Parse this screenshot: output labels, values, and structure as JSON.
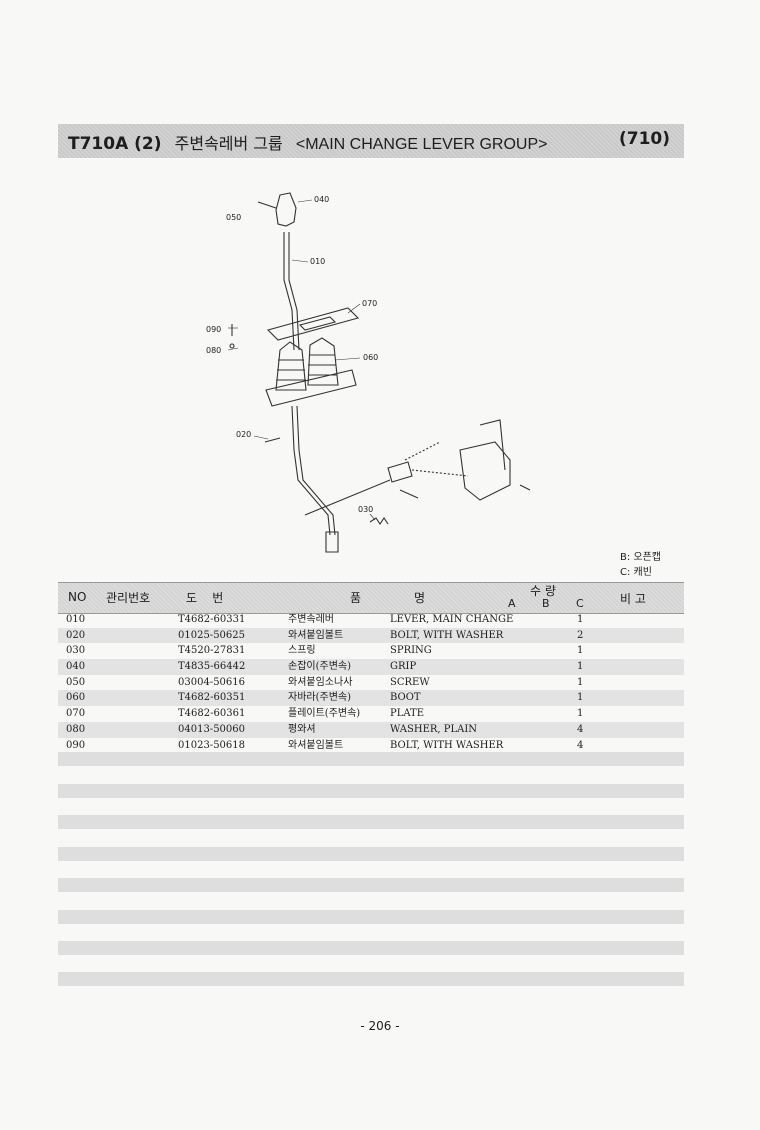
{
  "header": {
    "model": "T710A (2)",
    "title_korean": "주변속레버 그룹",
    "title_english": "<MAIN CHANGE LEVER GROUP>",
    "section": "(710)"
  },
  "diagram_labels": [
    "040",
    "050",
    "010",
    "070",
    "090",
    "080",
    "060",
    "020",
    "030"
  ],
  "legend": {
    "b": "B: 오픈캡",
    "c": "C: 캐빈"
  },
  "columns": {
    "no": "NO",
    "mgmt": "관리번호",
    "drawing": "도    번",
    "item": "품",
    "name": "명",
    "qty": "수 량",
    "qa": "A",
    "qb": "B",
    "qc": "C",
    "remark": "비 고"
  },
  "parts": [
    {
      "no": "010",
      "part": "T4682-60331",
      "kor": "주변속레버",
      "eng": "LEVER, MAIN CHANGE",
      "qty": "1"
    },
    {
      "no": "020",
      "part": "01025-50625",
      "kor": "와셔붙임볼트",
      "eng": "BOLT, WITH WASHER",
      "qty": "2"
    },
    {
      "no": "030",
      "part": "T4520-27831",
      "kor": "스프링",
      "eng": "SPRING",
      "qty": "1"
    },
    {
      "no": "040",
      "part": "T4835-66442",
      "kor": "손잡이(주변속)",
      "eng": "GRIP",
      "qty": "1"
    },
    {
      "no": "050",
      "part": "03004-50616",
      "kor": "와셔붙임소나사",
      "eng": "SCREW",
      "qty": "1"
    },
    {
      "no": "060",
      "part": "T4682-60351",
      "kor": "자바라(주변속)",
      "eng": "BOOT",
      "qty": "1"
    },
    {
      "no": "070",
      "part": "T4682-60361",
      "kor": "플레이트(주변속)",
      "eng": "PLATE",
      "qty": "1"
    },
    {
      "no": "080",
      "part": "04013-50060",
      "kor": "평와셔",
      "eng": "WASHER, PLAIN",
      "qty": "4"
    },
    {
      "no": "090",
      "part": "01023-50618",
      "kor": "와셔붙임볼트",
      "eng": "BOLT, WITH WASHER",
      "qty": "4"
    }
  ],
  "page_number": "- 206 -"
}
